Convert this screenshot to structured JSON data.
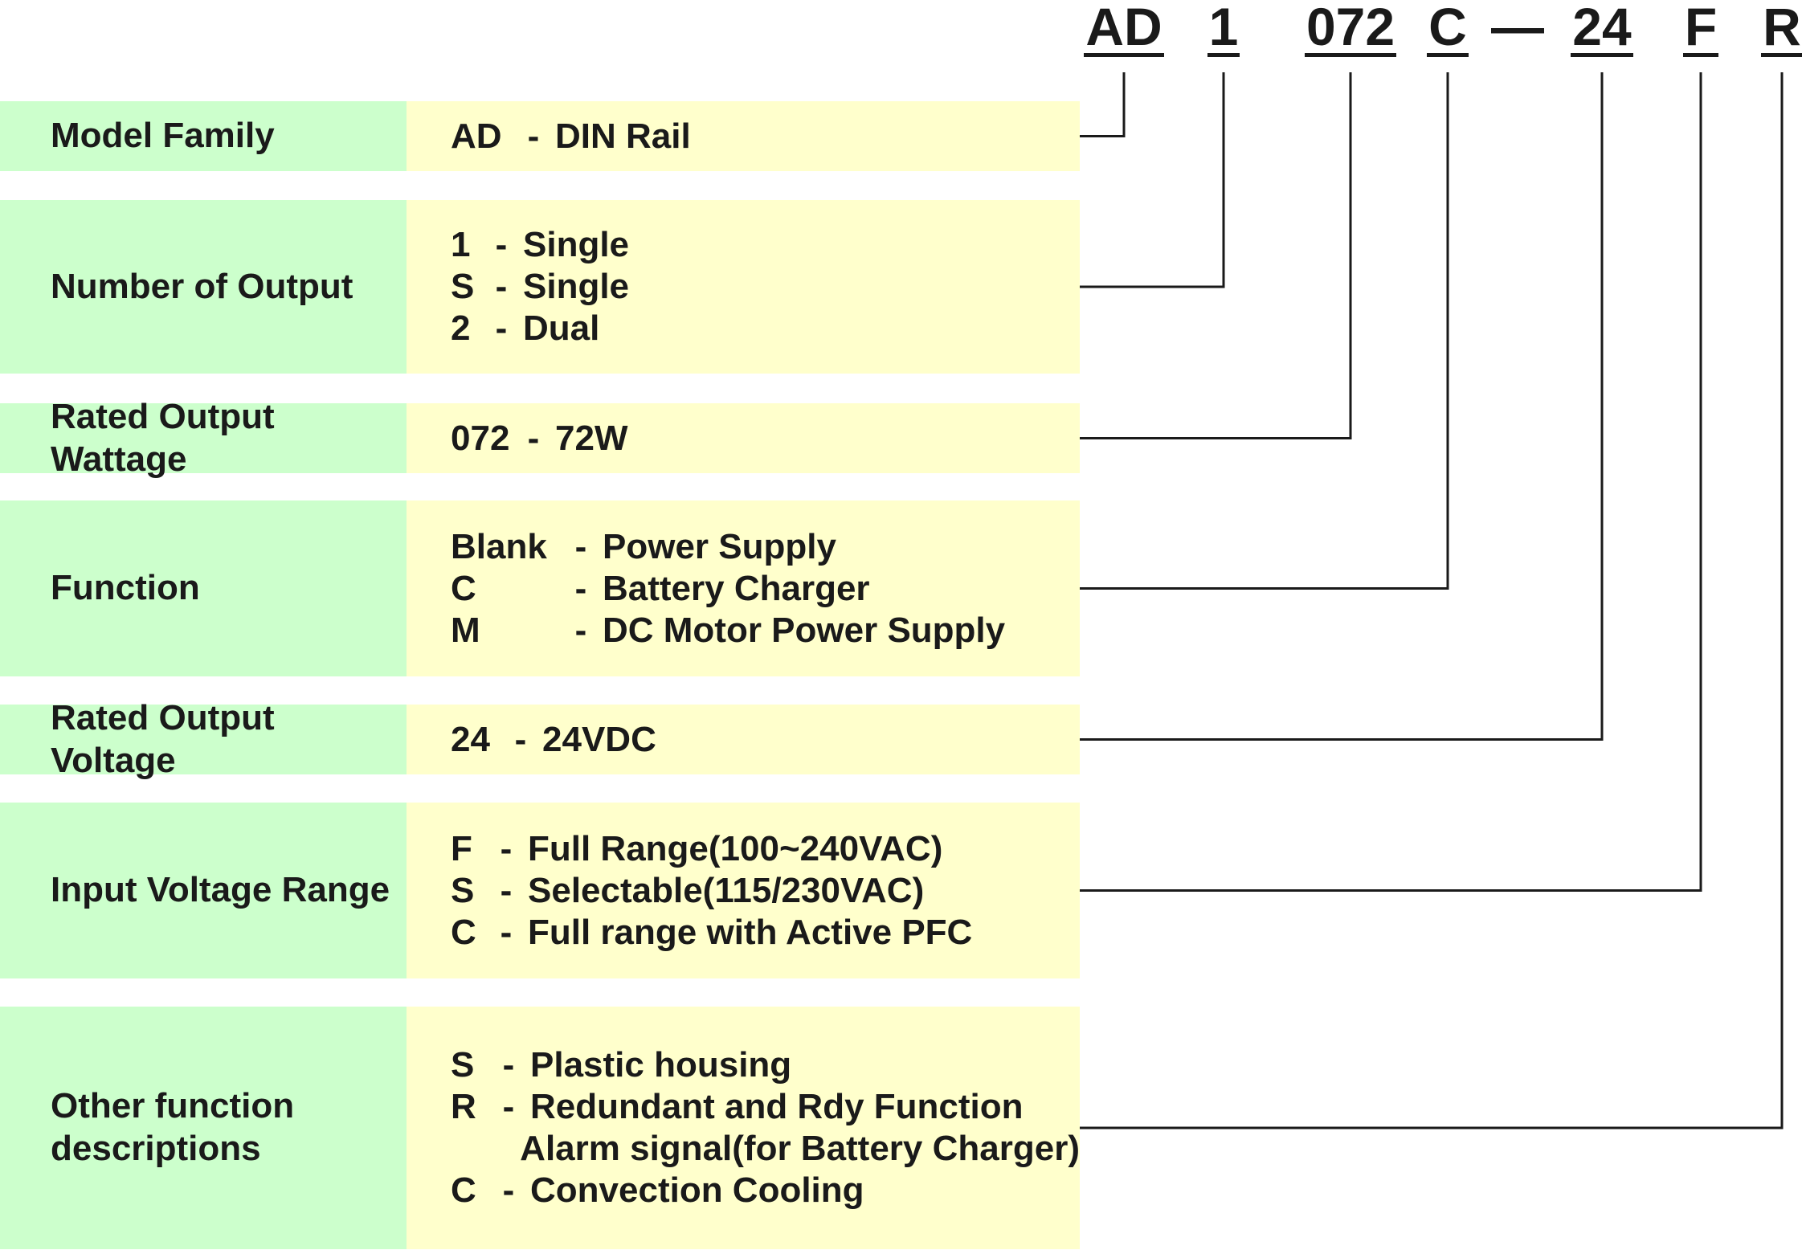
{
  "code": {
    "parts": [
      "AD",
      "1",
      "072",
      "C",
      "24",
      "F",
      "R"
    ],
    "separator": "—"
  },
  "rows": [
    {
      "label": "Model Family",
      "options": [
        {
          "key": "AD",
          "dash": "-",
          "text": "DIN Rail"
        }
      ]
    },
    {
      "label": "Number of Output",
      "options": [
        {
          "key": "1",
          "dash": "-",
          "text": "Single"
        },
        {
          "key": "S",
          "dash": "-",
          "text": "Single"
        },
        {
          "key": "2",
          "dash": "-",
          "text": "Dual"
        }
      ]
    },
    {
      "label": "Rated Output Wattage",
      "options": [
        {
          "key": "072",
          "dash": "-",
          "text": "72W"
        }
      ]
    },
    {
      "label": "Function",
      "options": [
        {
          "key": "Blank",
          "dash": "-",
          "text": "Power Supply"
        },
        {
          "key": "C",
          "dash": "-",
          "text": "Battery Charger"
        },
        {
          "key": "M",
          "dash": "-",
          "text": "DC Motor Power Supply"
        }
      ]
    },
    {
      "label": "Rated Output Voltage",
      "options": [
        {
          "key": "24",
          "dash": "-",
          "text": "24VDC"
        }
      ]
    },
    {
      "label": "Input Voltage Range",
      "options": [
        {
          "key": "F",
          "dash": "-",
          "text": "Full Range(100~240VAC)"
        },
        {
          "key": "S",
          "dash": "-",
          "text": "Selectable(115/230VAC)"
        },
        {
          "key": "C",
          "dash": "-",
          "text": "Full range with Active PFC"
        }
      ]
    },
    {
      "label": "Other function descriptions",
      "options": [
        {
          "key": "S",
          "dash": "-",
          "text": "Plastic housing"
        },
        {
          "key": "R",
          "dash": "-",
          "text": "Redundant and Rdy Function"
        },
        {
          "key": "",
          "dash": "",
          "text": "Alarm signal(for Battery Charger)"
        },
        {
          "key": "C",
          "dash": "-",
          "text": "Convection Cooling"
        }
      ]
    }
  ],
  "colors": {
    "label_bg": "#ccffcc",
    "value_bg": "#ffffcc",
    "ink": "#1a1a1a"
  }
}
